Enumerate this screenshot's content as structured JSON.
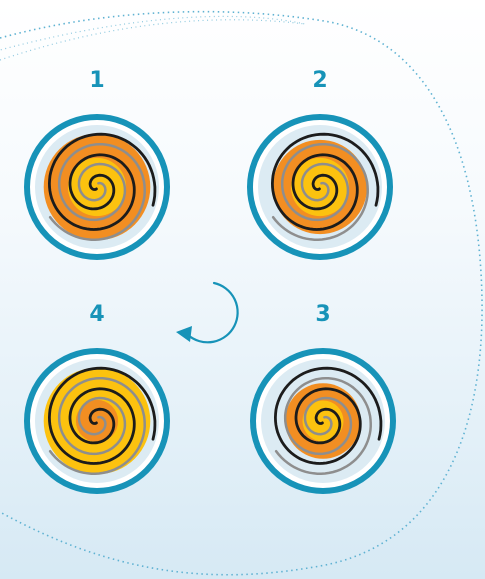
{
  "colors": {
    "ring": "#1793b8",
    "disc_bg": "#dcebf3",
    "orange": "#f28e22",
    "yellow": "#fcc20f",
    "spiral_dark": "#1c1c1c",
    "spiral_gray": "#8e8e8e",
    "dotted": "#5fb2d2"
  },
  "labels": [
    "1",
    "2",
    "3",
    "4"
  ],
  "stages": [
    {
      "label": "1",
      "orange_fraction": 0.86,
      "yellow_fraction": 0.47
    },
    {
      "label": "2",
      "orange_fraction": 0.76,
      "yellow_fraction": 0.47
    },
    {
      "label": "3",
      "orange_fraction": 0.61,
      "yellow_fraction": 0.33
    },
    {
      "label": "4",
      "orange_fraction": 0.34,
      "yellow_fraction": 0.86
    }
  ],
  "cycle_direction": "clockwise",
  "icons": {
    "cycle": "circular-arrow-icon"
  }
}
